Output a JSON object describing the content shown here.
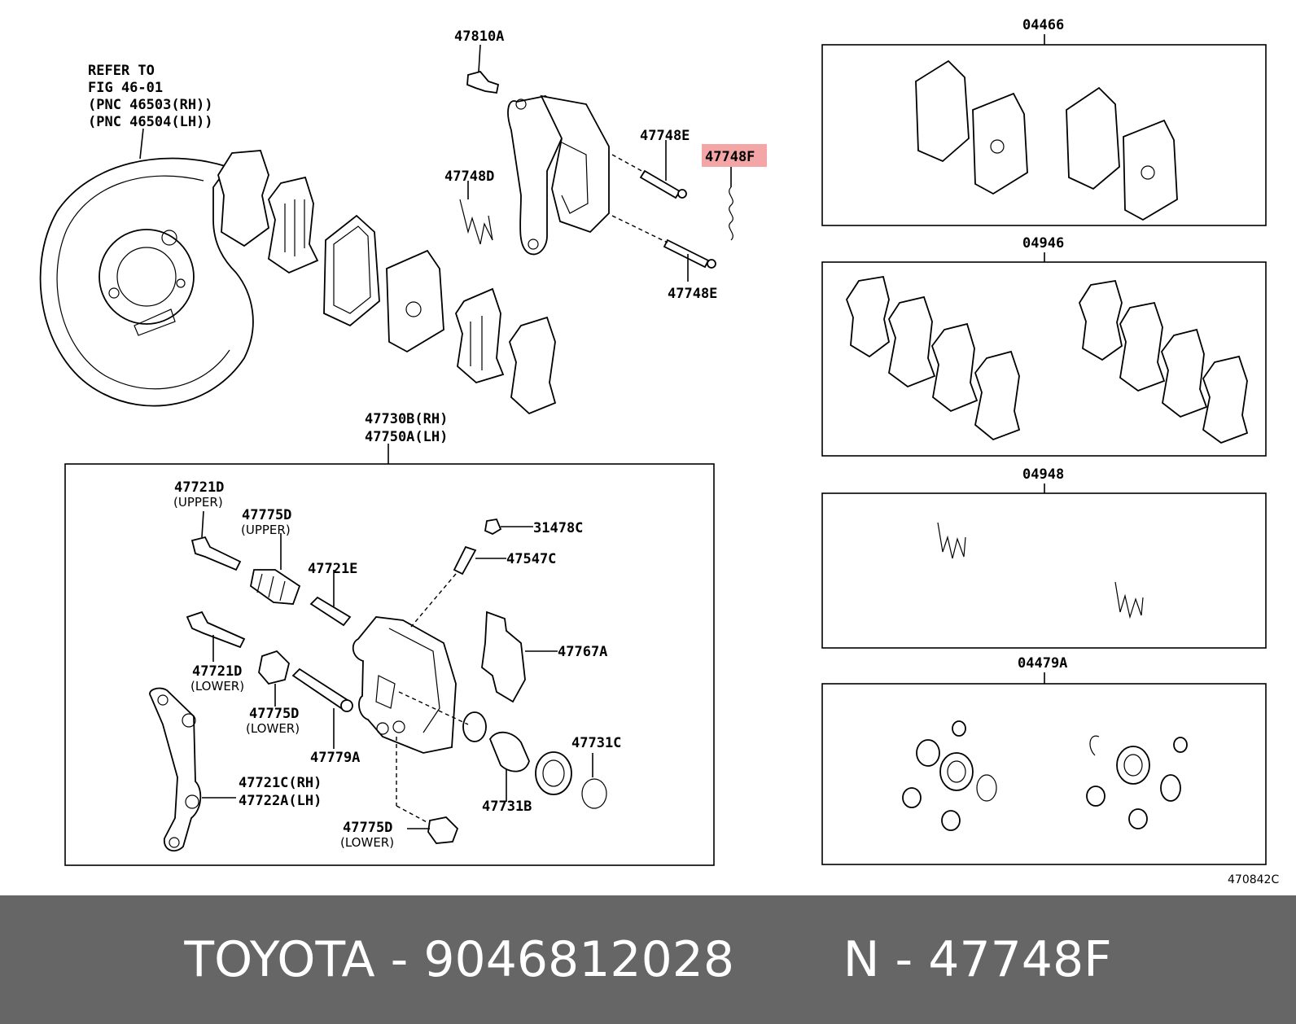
{
  "callouts": {
    "refer": [
      "REFER TO",
      "FIG 46-01",
      "(PNC 46503(RH))",
      "(PNC 46504(LH))"
    ],
    "p47810A": "47810A",
    "p47748E_top": "47748E",
    "p47748F": "47748F",
    "p47748D": "47748D",
    "p47748E_bottom": "47748E",
    "p47730B": "47730B(RH)",
    "p47750A": "47750A(LH)",
    "p47721D_upper": "47721D",
    "upper_1": "(UPPER)",
    "p47775D_upper": "47775D",
    "upper_2": "(UPPER)",
    "p47721E": "47721E",
    "p31478C": "31478C",
    "p47547C": "47547C",
    "p47767A": "47767A",
    "p47721D_lower": "47721D",
    "lower_1": "(LOWER)",
    "p47775D_lower": "47775D",
    "lower_2": "(LOWER)",
    "p47779A": "47779A",
    "p47731C": "47731C",
    "p47721C": "47721C(RH)",
    "p47722A": "47722A(LH)",
    "p47731B": "47731B",
    "p47775D_lower2": "47775D",
    "lower_3": "(LOWER)"
  },
  "kits": {
    "k04466": "04466",
    "k04946": "04946",
    "k04948": "04948",
    "k04479A": "04479A"
  },
  "figure_number": "470842C",
  "highlight_color": "#f4a6a6",
  "footer": {
    "text": "TOYOTA - 9046812028       N - 47748F"
  }
}
